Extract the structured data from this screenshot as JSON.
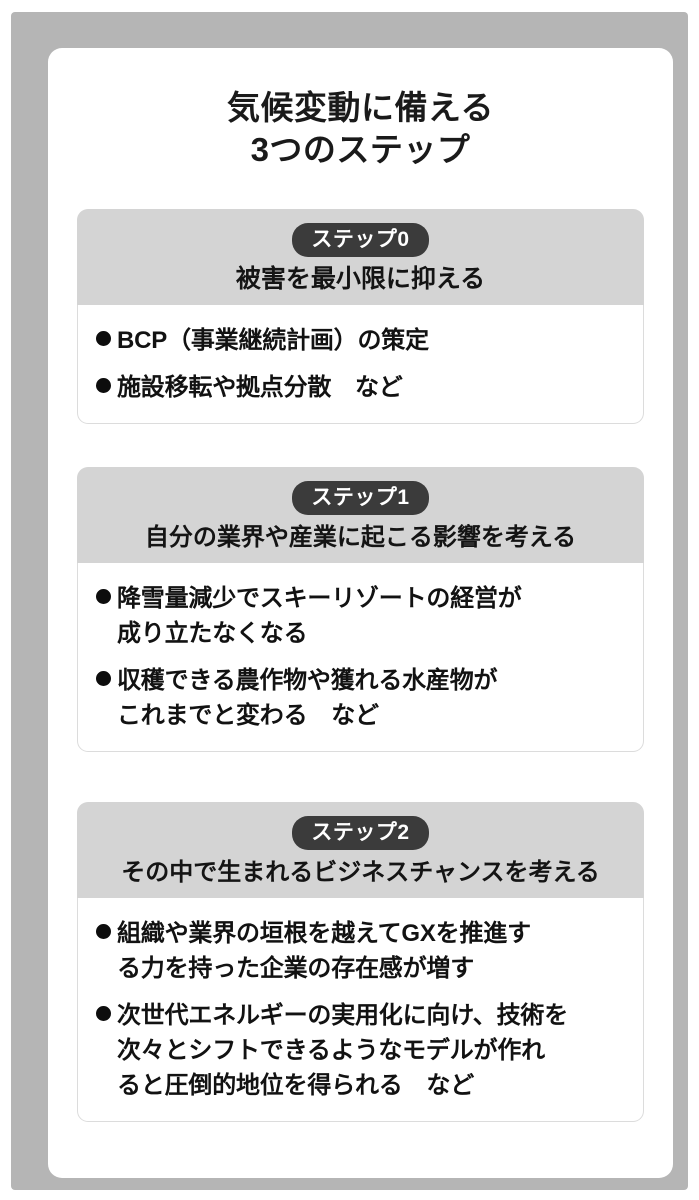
{
  "poster": {
    "title_line1": "気候変動に備える",
    "title_line2": "3つのステップ",
    "frame_color": "#b5b5b5",
    "card_color": "#ffffff",
    "header_color": "#d4d4d4",
    "badge_color": "#3b3b3b",
    "text_color": "#121212"
  },
  "steps": [
    {
      "badge": "ステップ0",
      "heading": "被害を最小限に抑える",
      "bullets": [
        {
          "lines": [
            "BCP（事業継続計画）の策定"
          ]
        },
        {
          "lines": [
            "施設移転や拠点分散　など"
          ]
        }
      ]
    },
    {
      "badge": "ステップ1",
      "heading": "自分の業界や産業に起こる影響を考える",
      "bullets": [
        {
          "lines": [
            "降雪量減少でスキーリゾートの経営が",
            "成り立たなくなる"
          ]
        },
        {
          "lines": [
            "収穫できる農作物や獲れる水産物が",
            "これまでと変わる　など"
          ]
        }
      ]
    },
    {
      "badge": "ステップ2",
      "heading": "その中で生まれるビジネスチャンスを考える",
      "bullets": [
        {
          "lines": [
            "組織や業界の垣根を越えてGXを推進す",
            "る力を持った企業の存在感が増す"
          ]
        },
        {
          "lines": [
            "次世代エネルギーの実用化に向け、技術を",
            "次々とシフトできるようなモデルが作れ",
            "ると圧倒的地位を得られる　など"
          ]
        }
      ]
    }
  ]
}
